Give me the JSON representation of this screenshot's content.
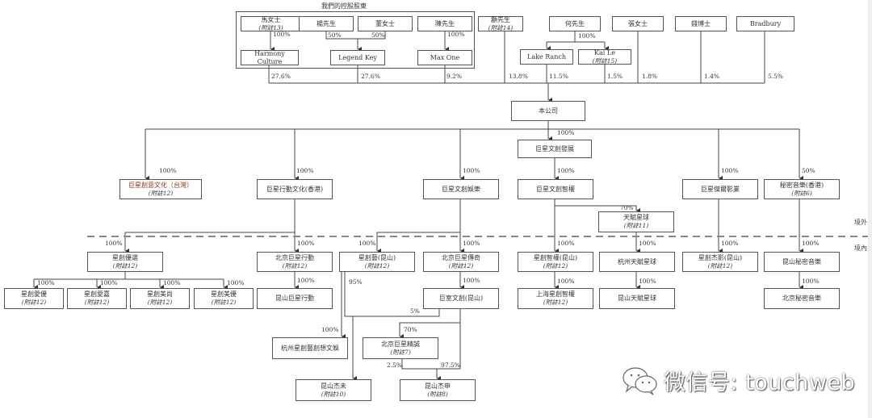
{
  "group_title": "我們的控股股東",
  "zones": {
    "offshore": "境外",
    "onshore": "境內"
  },
  "nodes": {
    "g_ma": {
      "name": "馬女士",
      "note": "(附註13)"
    },
    "g_yang": {
      "name": "楊先生"
    },
    "g_dong": {
      "name": "董女士"
    },
    "g_chen": {
      "name": "陳先生"
    },
    "harmony": {
      "name": "Harmony Culture"
    },
    "legend": {
      "name": "Legend Key"
    },
    "maxone": {
      "name": "Max One"
    },
    "gu": {
      "name": "顧先生",
      "note": "(附註14)"
    },
    "he": {
      "name": "何先生"
    },
    "zhang": {
      "name": "張女士"
    },
    "qian": {
      "name": "錢博士"
    },
    "bradbury": {
      "name": "Bradbury"
    },
    "lake": {
      "name": "Lake Ranch"
    },
    "kaile": {
      "name": "Kai Le",
      "note": "(附註15)"
    },
    "company": {
      "name": "本公司"
    },
    "dev": {
      "name": "巨星文創發展"
    },
    "tw": {
      "name": "巨星創意文化（台灣）",
      "note": "(附註12)"
    },
    "hk": {
      "name": "巨星行動文化(香港)"
    },
    "ent": {
      "name": "巨星文創娛樂"
    },
    "ip": {
      "name": "巨星文創智權"
    },
    "film": {
      "name": "巨星傑爾影業"
    },
    "music_hk": {
      "name": "秘密音樂(香港)",
      "note": "(附註6)"
    },
    "tianfu": {
      "name": "天賦星球",
      "note": "(附註11)"
    },
    "youxuan": {
      "name": "星創優選",
      "note": "(附註12)"
    },
    "bj_act": {
      "name": "北京巨星行動",
      "note": "(附註12)"
    },
    "xcy_ks": {
      "name": "星創藝(昆山)",
      "note": "(附註12)"
    },
    "bj_legend": {
      "name": "北京巨星傳奇",
      "note": "(附註12)"
    },
    "ip_ks": {
      "name": "星創智權(昆山)",
      "note": "(附註12)"
    },
    "hz_tianfu": {
      "name": "杭州天賦星球"
    },
    "film_ks": {
      "name": "星創杰影(昆山)",
      "note": "(附註12)"
    },
    "ks_music": {
      "name": "昆山秘密音樂"
    },
    "aiyou": {
      "name": "星創愛優",
      "note": "(附註12)"
    },
    "aijia": {
      "name": "星創愛嘉",
      "note": "(附註12)"
    },
    "meishang": {
      "name": "星創美尚",
      "note": "(附註12)"
    },
    "meiyou": {
      "name": "星創美優",
      "note": "(附註12)"
    },
    "ks_act": {
      "name": "昆山巨星行動"
    },
    "jushi": {
      "name": "巨室文創(昆山)"
    },
    "sh_ip": {
      "name": "上海星創智權",
      "note": "(附註12)"
    },
    "ks_tianfu": {
      "name": "昆山天賦星球"
    },
    "bj_music": {
      "name": "北京秘密音樂"
    },
    "hz_xcy": {
      "name": "杭州星創藝創想文娛"
    },
    "bj_jc": {
      "name": "北京巨星精誠",
      "note": "(附註7)"
    },
    "ks_jiewei": {
      "name": "昆山杰未",
      "note": "(附註10)"
    },
    "ks_jieshen": {
      "name": "昆山杰申",
      "note": "(附註8)"
    }
  },
  "ownership": {
    "ma_harmony": "100%",
    "yang_legend": "50%",
    "dong_legend": "50%",
    "chen_maxone": "100%",
    "he_holdings": "100%",
    "harmony_co": "27.6%",
    "legend_co": "27.6%",
    "maxone_co": "9.2%",
    "gu_co": "13.8%",
    "lake_co": "11.5%",
    "kaile_co": "1.5%",
    "zhang_co": "1.8%",
    "qian_co": "1.4%",
    "bradbury_co": "5.5%",
    "co_dev": "100%",
    "tw": "100%",
    "hk": "100%",
    "ent": "100%",
    "ip": "100%",
    "film": "100%",
    "music_hk": "50%",
    "tianfu": "70%",
    "youxuan": "100%",
    "bj_act": "100%",
    "xcy_ks": "100%",
    "bj_legend": "100%",
    "ip_ks": "100%",
    "hz_tianfu": "100%",
    "film_ks": "100%",
    "ks_music": "100%",
    "aiyou": "100%",
    "aijia": "100%",
    "meishang": "100%",
    "meiyou": "100%",
    "ks_act": "100%",
    "jushi": "100%",
    "sh_ip": "100%",
    "ks_tianfu": "100%",
    "bj_music": "100%",
    "xcy_jiewei": "95%",
    "jushi_jiewei": "5%",
    "hz_xcy": "100%",
    "bj_jc": "70%",
    "jc_jieshen": "2.5%",
    "jushi_jieshen": "97.5%"
  },
  "watermark": {
    "text": "微信号: touchweb",
    "icon": "wechat-icon"
  }
}
